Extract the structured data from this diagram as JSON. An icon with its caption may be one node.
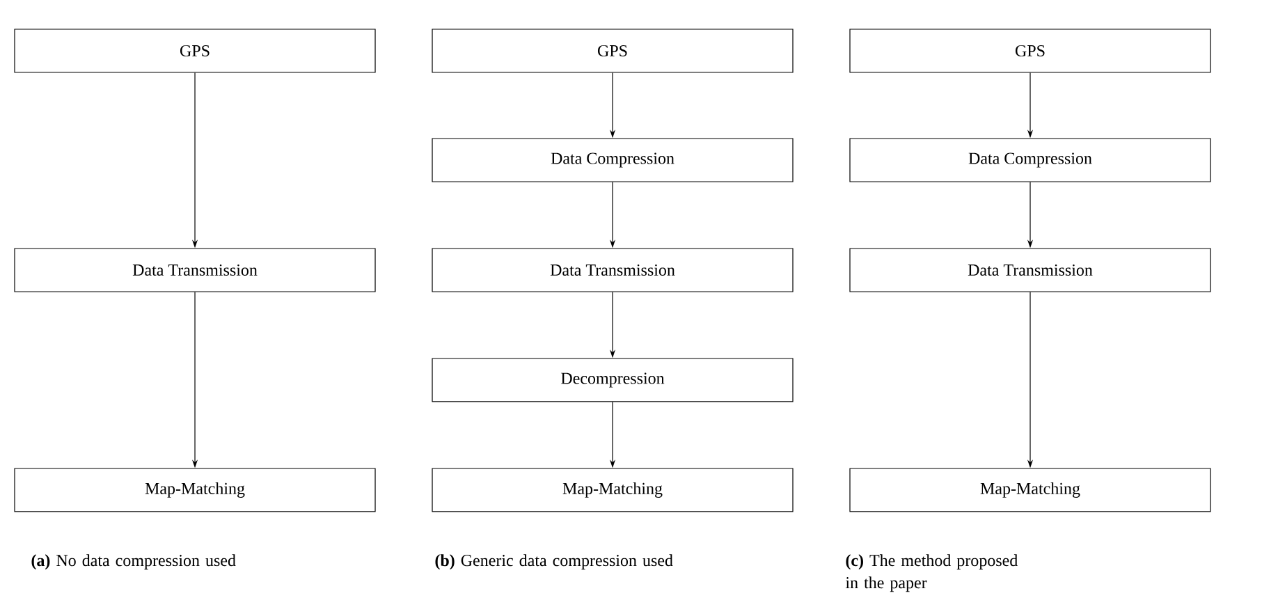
{
  "diagram": {
    "nodes": [
      {
        "text": [
          "GPS"
        ]
      },
      {
        "text": [
          "Data Transmission"
        ]
      },
      {
        "text": [
          "Map-Matching"
        ]
      },
      {
        "text": [
          "GPS"
        ]
      },
      {
        "text": [
          "Data Compression"
        ]
      },
      {
        "text": [
          "Data Transmission"
        ]
      },
      {
        "text": [
          "Decompression"
        ]
      },
      {
        "text": [
          "Map-Matching"
        ]
      },
      {
        "text": [
          "GPS"
        ]
      },
      {
        "text": [
          "Data Compression"
        ]
      },
      {
        "text": [
          "Data Transmission"
        ]
      },
      {
        "text": [
          "Map-Matching"
        ]
      }
    ],
    "edges": [
      {
        "from": 0,
        "to": 1,
        "arrow": "to"
      },
      {
        "from": 1,
        "to": 2,
        "arrow": "to"
      },
      {
        "from": 3,
        "to": 4,
        "arrow": "to"
      },
      {
        "from": 4,
        "to": 5,
        "arrow": "to"
      },
      {
        "from": 5,
        "to": 6,
        "arrow": "to"
      },
      {
        "from": 6,
        "to": 7,
        "arrow": "to"
      },
      {
        "from": 8,
        "to": 9,
        "arrow": "to"
      },
      {
        "from": 9,
        "to": 10,
        "arrow": "to"
      },
      {
        "from": 10,
        "to": 11,
        "arrow": "to"
      }
    ],
    "labels": [
      "**(a)** No data compression used",
      "**(b)** Generic data compression used",
      "**(c)** The method proposed in the paper"
    ]
  }
}
